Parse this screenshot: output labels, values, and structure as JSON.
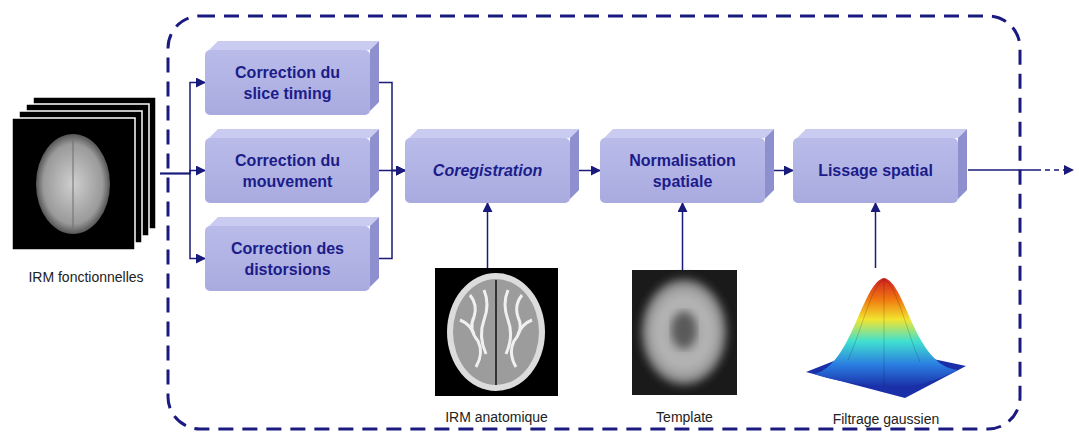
{
  "diagram": {
    "nodes": [
      {
        "text": [
          "IRM fonctionnelles"
        ]
      },
      {
        "text": [
          "Correction du slice timing"
        ]
      },
      {
        "text": [
          "Correction du mouvement"
        ]
      },
      {
        "text": [
          "Correction des distorsions"
        ]
      },
      {
        "text": [
          "Coregistration"
        ]
      },
      {
        "text": [
          "Normalisation spatiale"
        ]
      },
      {
        "text": [
          "Lissage spatial"
        ]
      },
      {
        "text": [
          "IRM anatomique"
        ]
      },
      {
        "text": [
          "Template"
        ]
      },
      {
        "text": [
          "Filtrage gaussien"
        ]
      }
    ],
    "edges": [
      {
        "from": 0,
        "to": 1,
        "arrow": "to"
      },
      {
        "from": 0,
        "to": 2,
        "arrow": "to"
      },
      {
        "from": 0,
        "to": 3,
        "arrow": "to"
      },
      {
        "from": 1,
        "to": 4,
        "arrow": "to"
      },
      {
        "from": 2,
        "to": 4,
        "arrow": "to"
      },
      {
        "from": 3,
        "to": 4,
        "arrow": "to"
      },
      {
        "from": 7,
        "to": 4,
        "arrow": "to"
      },
      {
        "from": 4,
        "to": 5,
        "arrow": "to"
      },
      {
        "from": 8,
        "to": 5,
        "arrow": "to"
      },
      {
        "from": 5,
        "to": 6,
        "arrow": "to"
      },
      {
        "from": 9,
        "to": 6,
        "arrow": "to"
      }
    ]
  }
}
